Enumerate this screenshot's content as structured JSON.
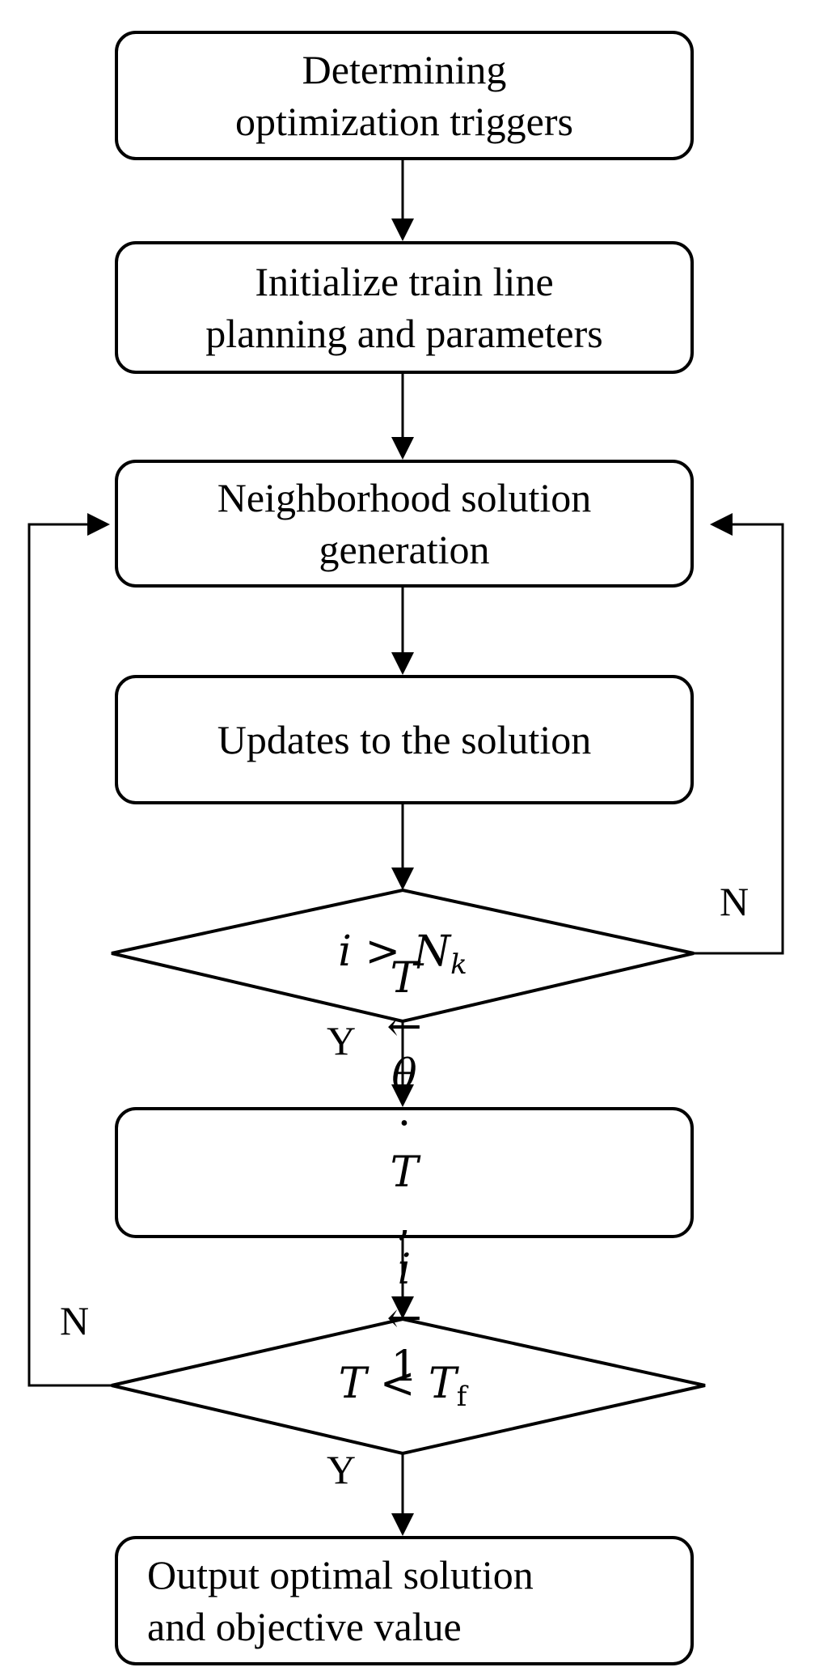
{
  "steps": {
    "triggers": {
      "line1": "Determining",
      "line2": "optimization triggers"
    },
    "initialize": {
      "line1": "Initialize train line",
      "line2": "planning and parameters"
    },
    "neighborhood": {
      "line1": "Neighborhood solution",
      "line2": "generation"
    },
    "update": {
      "line1": "Updates to the solution"
    },
    "cooling": {
      "T1": "T",
      "arrow1": " ← ",
      "theta": "θ",
      "dot": " · ",
      "T2": "T",
      "comma": ", ",
      "i": "i",
      "arrow2": " ← ",
      "one": "1"
    },
    "output": {
      "line1": "Output optimal solution",
      "line2": "and objective value"
    }
  },
  "decisions": {
    "inner": {
      "i": "i",
      "op": " > ",
      "N": "N",
      "sub": "k"
    },
    "outer": {
      "T": "T",
      "op": " < ",
      "Tf": "T",
      "sub": "f"
    }
  },
  "labels": {
    "inner_no": "N",
    "inner_yes": "Y",
    "outer_no": "N",
    "outer_yes": "Y"
  }
}
